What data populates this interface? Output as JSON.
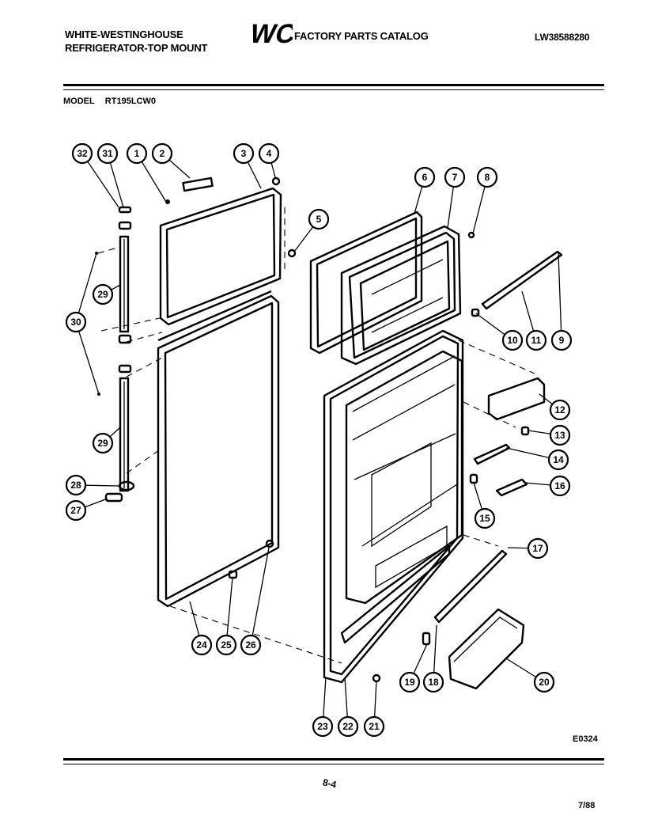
{
  "header": {
    "brand_line1": "WHITE-WESTINGHOUSE",
    "brand_line2": "REFRIGERATOR-TOP MOUNT",
    "logo_text": "WCI",
    "catalog_title": "FACTORY PARTS CATALOG",
    "publication_number": "LW38588280"
  },
  "model": {
    "label": "MODEL",
    "value": "RT195LCW0"
  },
  "callouts": [
    "32",
    "31",
    "1",
    "2",
    "3",
    "4",
    "5",
    "6",
    "7",
    "8",
    "9",
    "10",
    "11",
    "12",
    "13",
    "14",
    "15",
    "16",
    "17",
    "18",
    "19",
    "20",
    "21",
    "22",
    "23",
    "24",
    "25",
    "26",
    "27",
    "28",
    "29",
    "29",
    "30"
  ],
  "footer": {
    "drawing_number": "E0324",
    "page_mark": "8-4",
    "date": "7/88"
  }
}
